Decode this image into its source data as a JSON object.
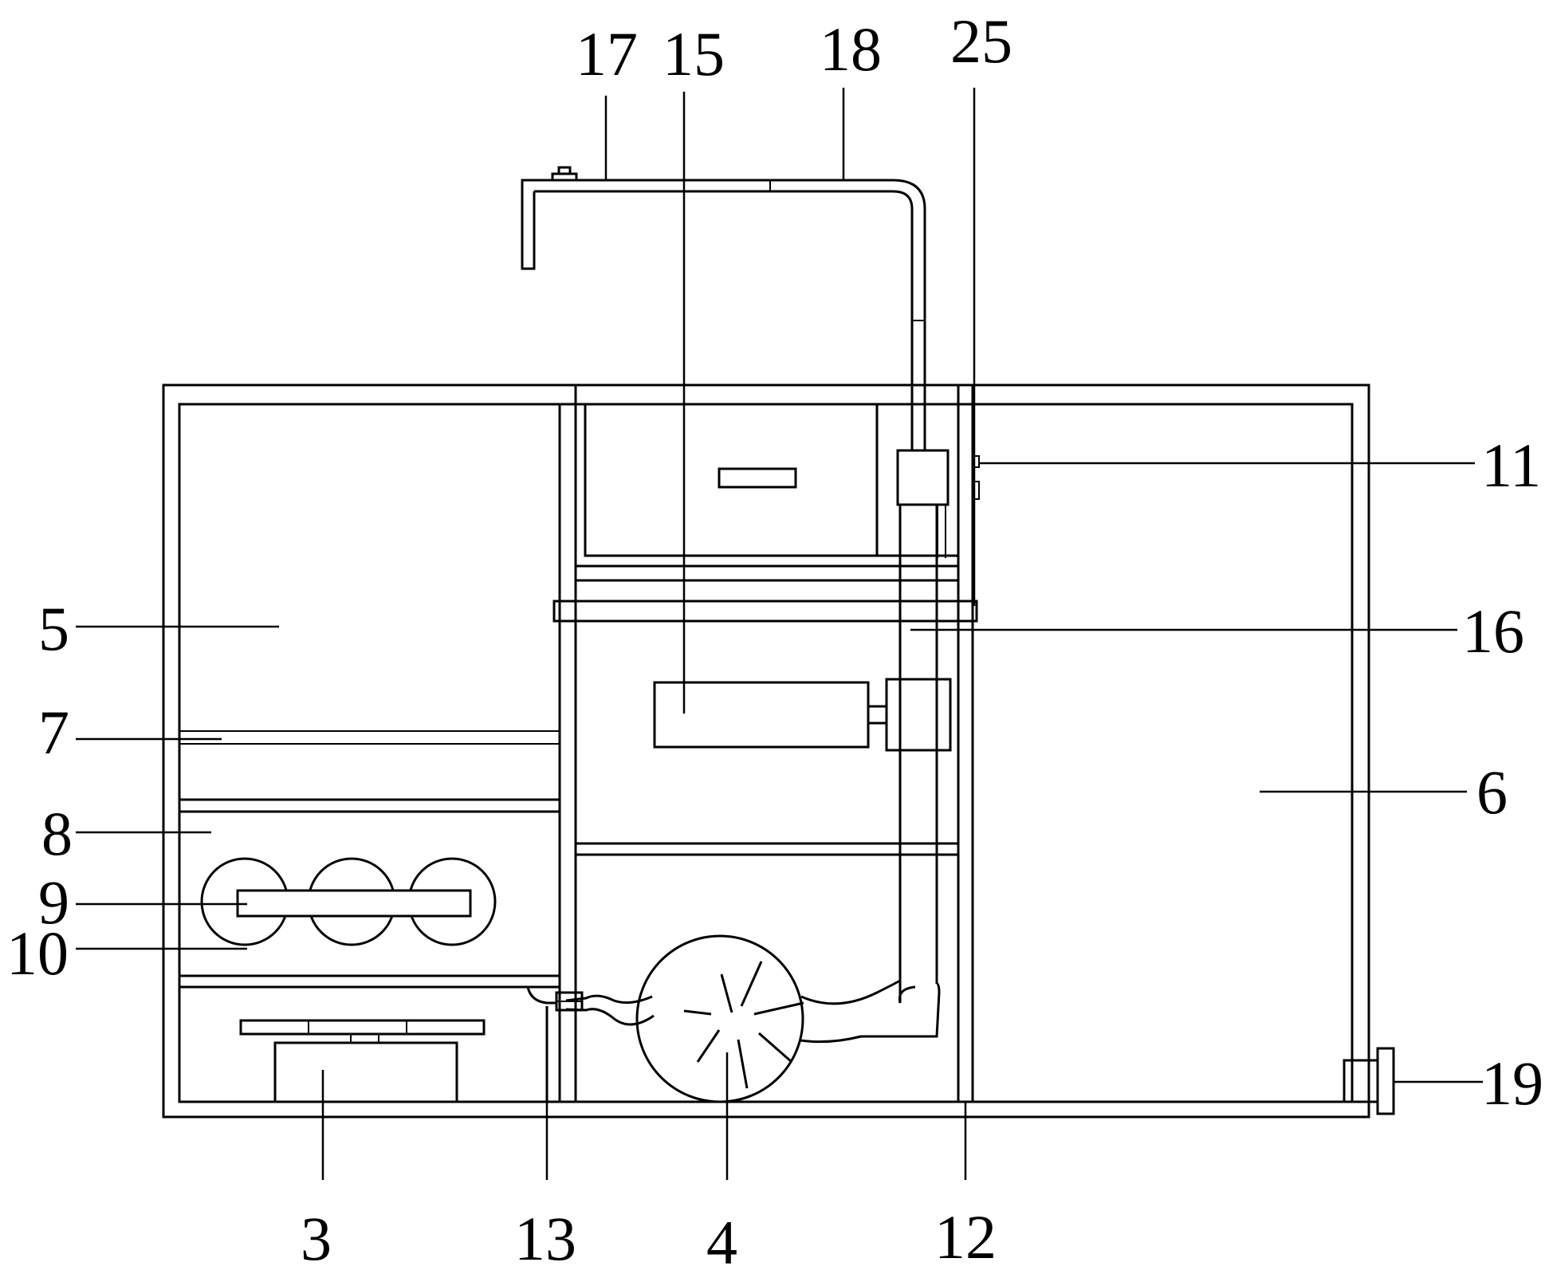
{
  "diagram": {
    "labels": {
      "l17": "17",
      "l15": "15",
      "l18": "18",
      "l25": "25",
      "l11": "11",
      "l5": "5",
      "l16": "16",
      "l7": "7",
      "l6": "6",
      "l8": "8",
      "l9": "9",
      "l10": "10",
      "l19": "19",
      "l3": "3",
      "l13": "13",
      "l4": "4",
      "l12": "12"
    },
    "line_color": "#000000",
    "background": "#ffffff"
  }
}
